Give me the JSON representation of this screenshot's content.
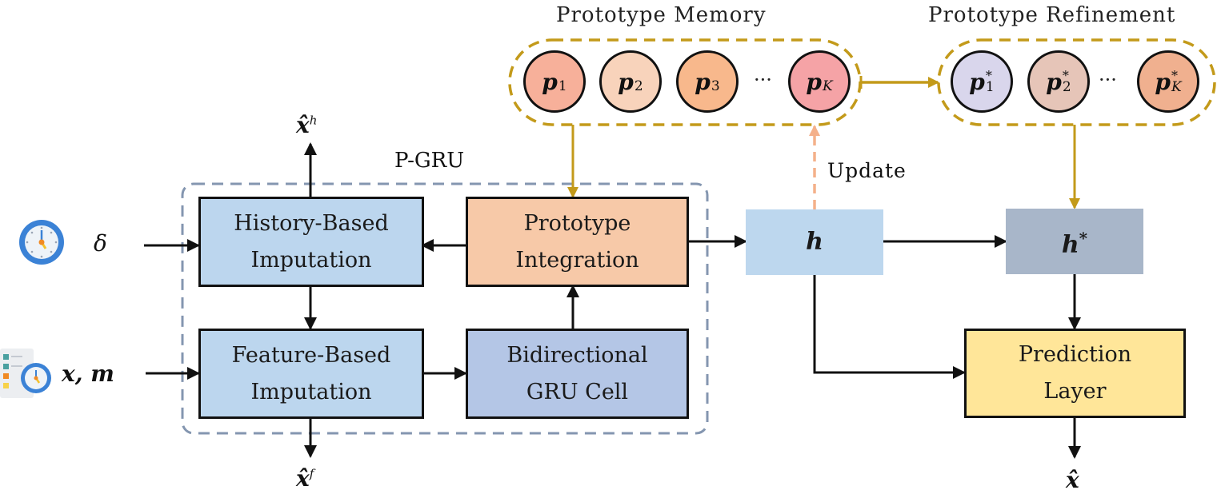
{
  "titles": {
    "memory": "Prototype Memory",
    "refinement": "Prototype Refinement",
    "pgru": "P-GRU",
    "update": "Update"
  },
  "inputs": {
    "delta": "δ",
    "xm": "x, m",
    "clock_icon": "clock-icon",
    "checklist_icon": "checklist-clock-icon"
  },
  "blocks": {
    "history": [
      "History-Based",
      "Imputation"
    ],
    "feature": [
      "Feature-Based",
      "Imputation"
    ],
    "integration": [
      "Prototype",
      "Integration"
    ],
    "gru": [
      "Bidirectional",
      "GRU Cell"
    ],
    "h": "h",
    "hstar": "h",
    "hstar_sup": "*",
    "prediction": [
      "Prediction",
      "Layer"
    ]
  },
  "outputs": {
    "xh_base": "x̂",
    "xh_sup": "h",
    "xf_base": "x̂",
    "xf_sup": "f",
    "x_hat": "x̂"
  },
  "memory_prototypes": [
    {
      "base": "p",
      "sub": "1",
      "color": "#f7b09a"
    },
    {
      "base": "p",
      "sub": "2",
      "color": "#f8d3bb"
    },
    {
      "base": "p",
      "sub": "3",
      "color": "#f8b88c"
    },
    {
      "base": "p",
      "sub": "K",
      "color": "#f5a3a6"
    }
  ],
  "refined_prototypes": [
    {
      "base": "p",
      "sub": "1",
      "sup": "*",
      "color": "#d9d6ec"
    },
    {
      "base": "p",
      "sub": "2",
      "sup": "*",
      "color": "#e6c5b8"
    },
    {
      "base": "p",
      "sub": "K",
      "sup": "*",
      "color": "#f0b08f"
    }
  ],
  "ellipsis": "···",
  "colors": {
    "gold": "#c39a1a",
    "update_arrow": "#f4b08a",
    "pgru_border": "#8496b0",
    "imputation_fill": "#bcd6ee",
    "integration_fill": "#f7c9a8",
    "gru_fill": "#b4c6e6",
    "h_fill": "#bdd7ee",
    "hstar_fill": "#a8b6c9",
    "prediction_fill": "#ffe699"
  }
}
